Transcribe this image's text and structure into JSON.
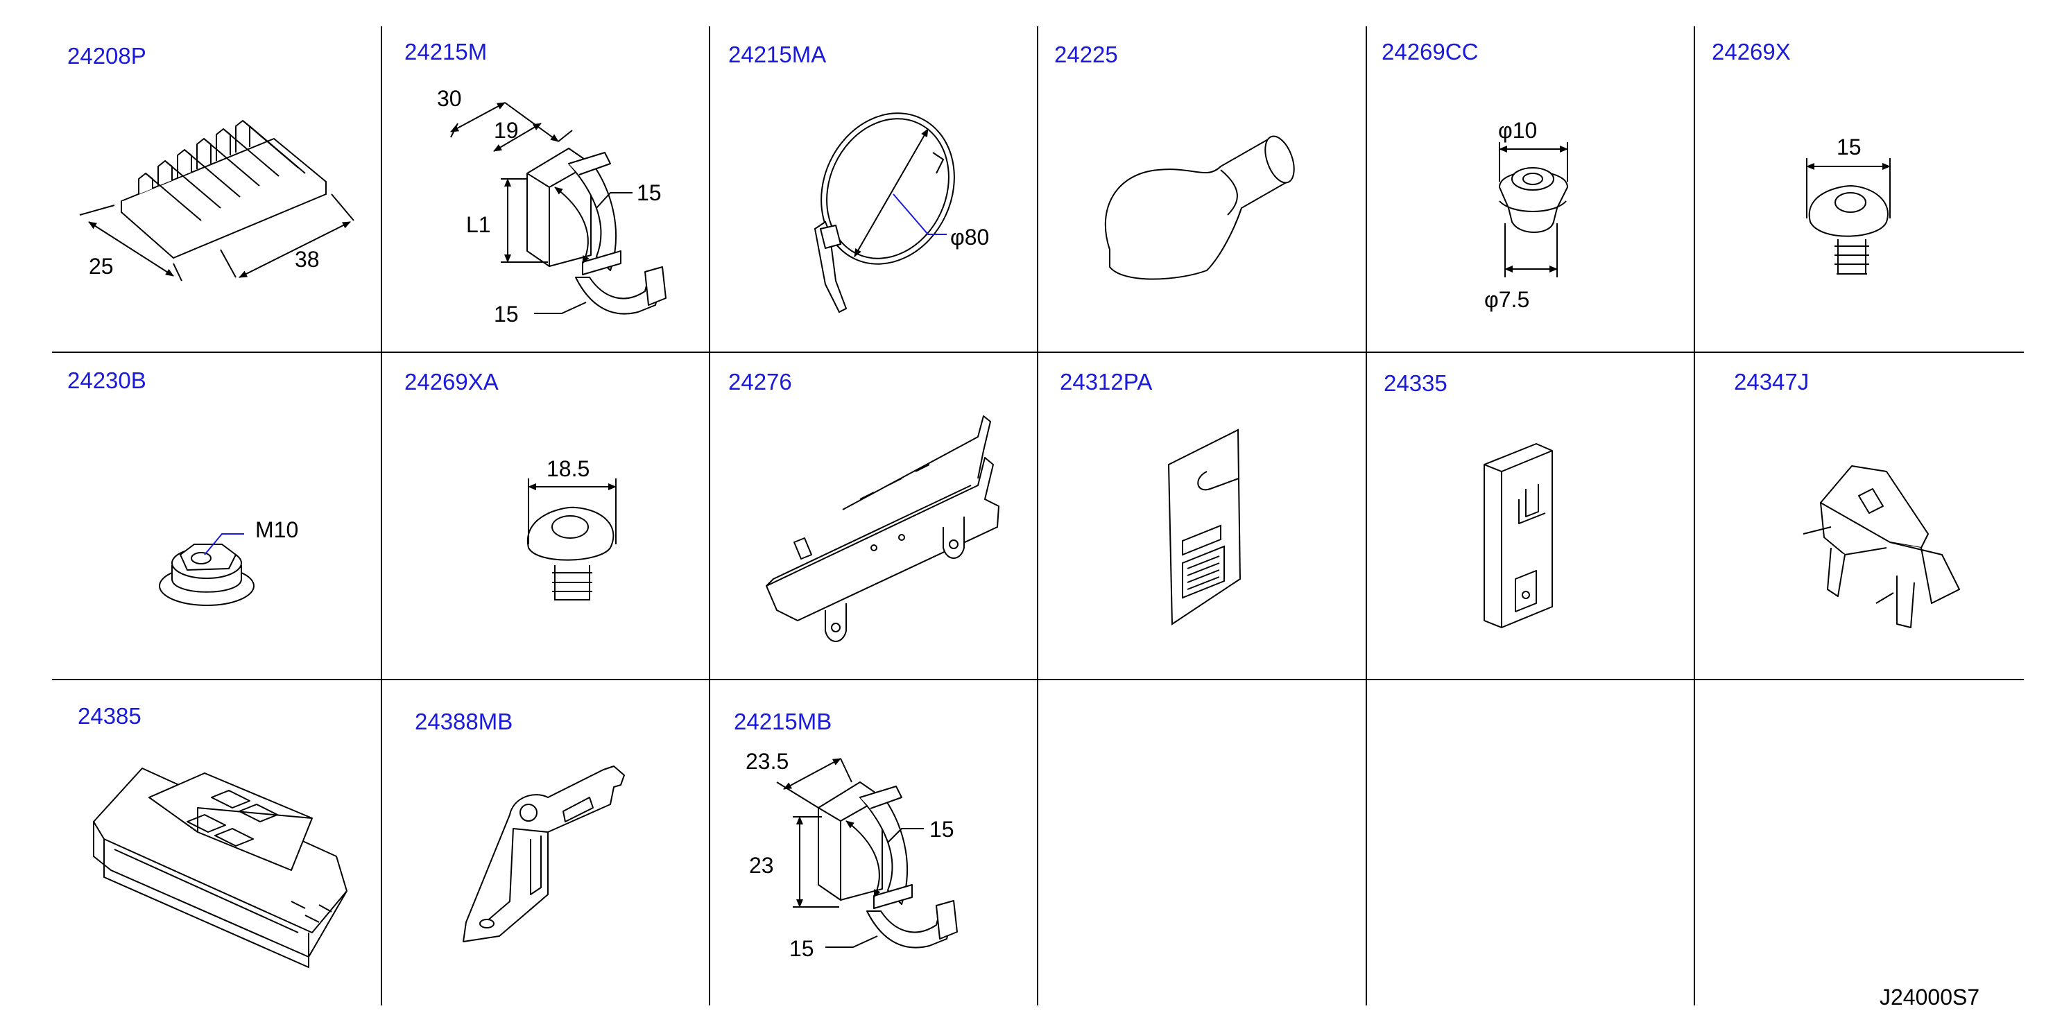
{
  "colors": {
    "part_label": "#1a1adc",
    "line": "#000000",
    "leader_blue": "#1a1adc"
  },
  "drawing_ref": "J24000S7",
  "cells": [
    {
      "part": "24208P",
      "dims": [
        "25",
        "38"
      ]
    },
    {
      "part": "24215M",
      "dims": [
        "30",
        "19",
        "L1",
        "15",
        "15"
      ]
    },
    {
      "part": "24215MA",
      "dims": [
        "φ80"
      ]
    },
    {
      "part": "24225",
      "dims": []
    },
    {
      "part": "24269CC",
      "dims": [
        "φ10",
        "φ7.5"
      ]
    },
    {
      "part": "24269X",
      "dims": [
        "15"
      ]
    },
    {
      "part": "24230B",
      "dims": [
        "M10"
      ]
    },
    {
      "part": "24269XA",
      "dims": [
        "18.5"
      ]
    },
    {
      "part": "24276",
      "dims": []
    },
    {
      "part": "24312PA",
      "dims": []
    },
    {
      "part": "24335",
      "dims": []
    },
    {
      "part": "24347J",
      "dims": []
    },
    {
      "part": "24385",
      "dims": []
    },
    {
      "part": "24388MB",
      "dims": []
    },
    {
      "part": "24215MB",
      "dims": [
        "23.5",
        "23",
        "15",
        "15"
      ]
    }
  ]
}
